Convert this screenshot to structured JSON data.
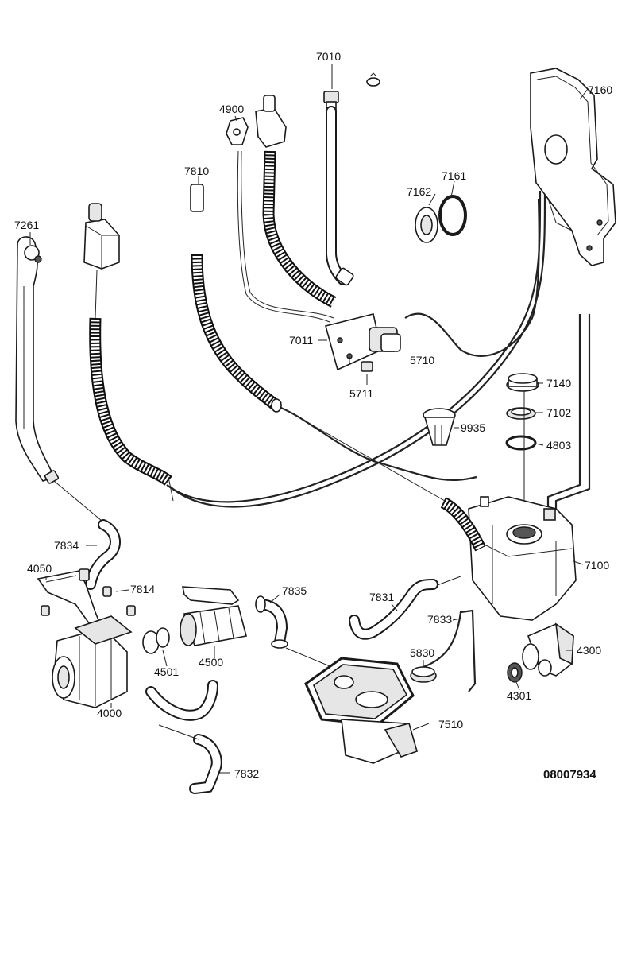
{
  "diagram": {
    "document_id": "08007934",
    "parts": [
      {
        "id": "p7010",
        "label": "7010"
      },
      {
        "id": "p7160",
        "label": "7160"
      },
      {
        "id": "p4900",
        "label": "4900"
      },
      {
        "id": "p7810",
        "label": "7810"
      },
      {
        "id": "p7162",
        "label": "7162"
      },
      {
        "id": "p7161",
        "label": "7161"
      },
      {
        "id": "p7261",
        "label": "7261"
      },
      {
        "id": "p7011",
        "label": "7011"
      },
      {
        "id": "p5710",
        "label": "5710"
      },
      {
        "id": "p5711",
        "label": "5711"
      },
      {
        "id": "p7140",
        "label": "7140"
      },
      {
        "id": "p7102",
        "label": "7102"
      },
      {
        "id": "p9935",
        "label": "9935"
      },
      {
        "id": "p4803",
        "label": "4803"
      },
      {
        "id": "p7834",
        "label": "7834"
      },
      {
        "id": "p7100",
        "label": "7100"
      },
      {
        "id": "p4050",
        "label": "4050"
      },
      {
        "id": "p7814",
        "label": "7814"
      },
      {
        "id": "p7835",
        "label": "7835"
      },
      {
        "id": "p7831",
        "label": "7831"
      },
      {
        "id": "p7833",
        "label": "7833"
      },
      {
        "id": "p4300",
        "label": "4300"
      },
      {
        "id": "p5830",
        "label": "5830"
      },
      {
        "id": "p4501",
        "label": "4501"
      },
      {
        "id": "p4500",
        "label": "4500"
      },
      {
        "id": "p4301",
        "label": "4301"
      },
      {
        "id": "p4000",
        "label": "4000"
      },
      {
        "id": "p7510",
        "label": "7510"
      },
      {
        "id": "p7832",
        "label": "7832"
      }
    ]
  }
}
